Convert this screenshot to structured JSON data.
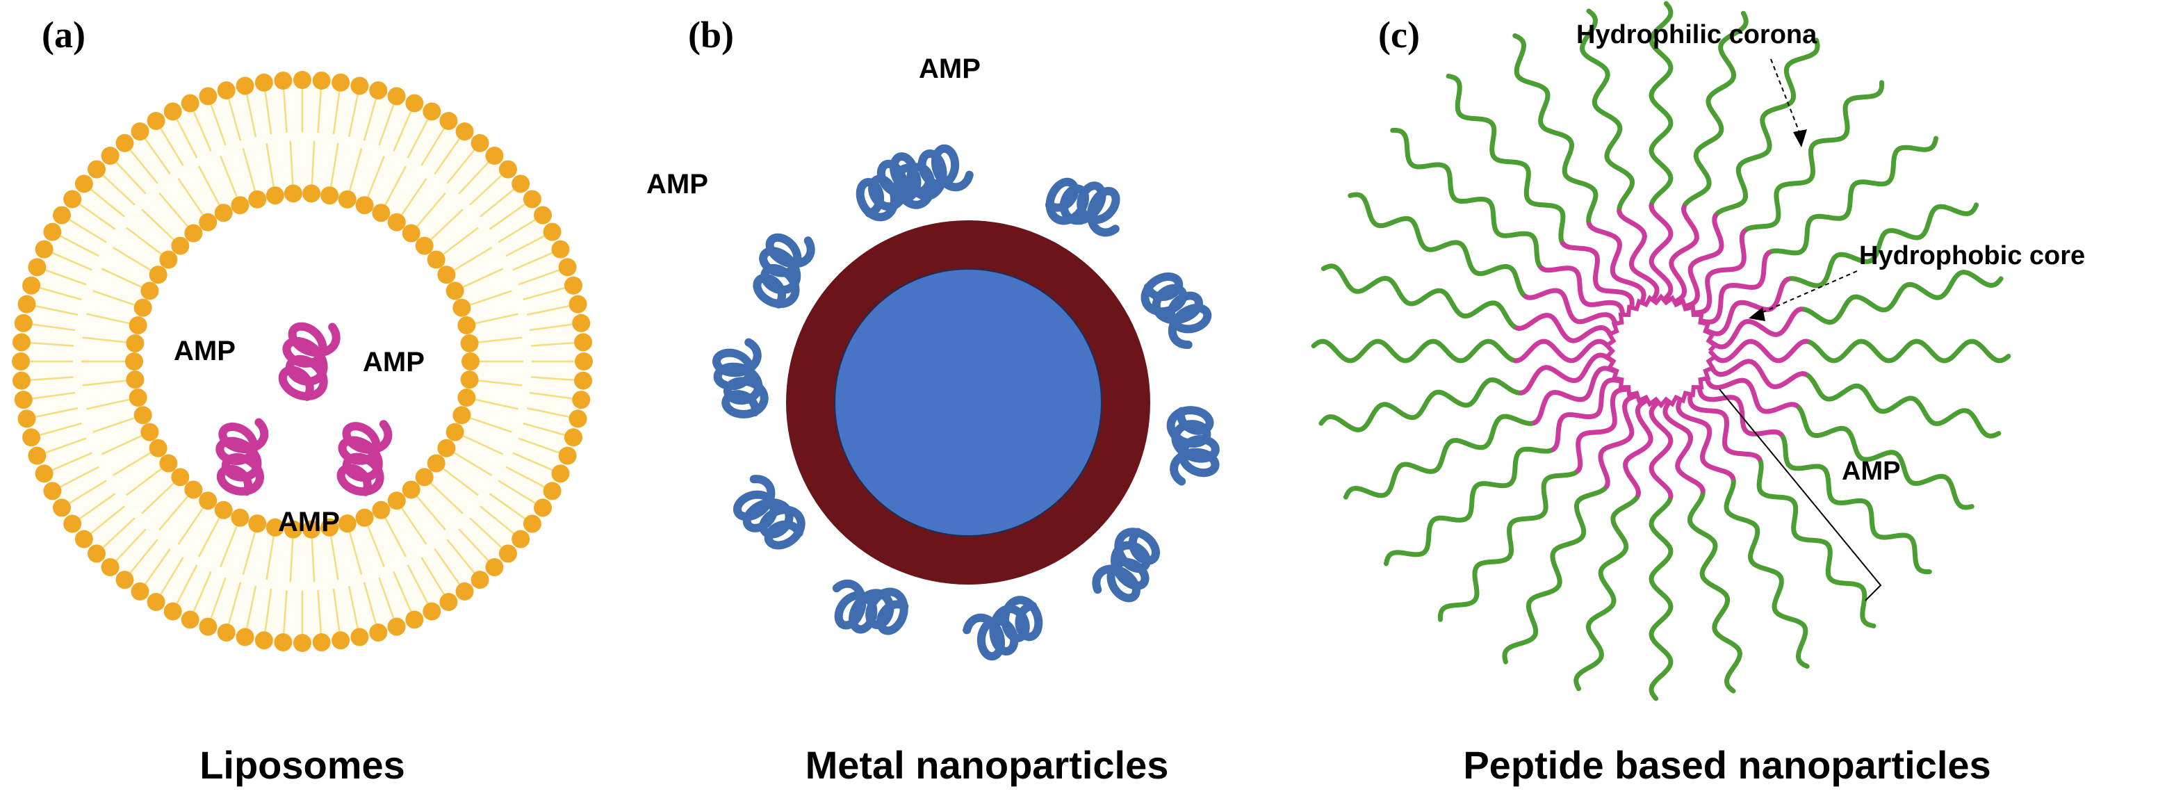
{
  "panels": [
    {
      "letter": "(a)",
      "caption": "Liposomes",
      "amp_labels": [
        "AMP",
        "AMP",
        "AMP"
      ]
    },
    {
      "letter": "(b)",
      "caption": "Metal nanoparticles",
      "amp_labels": [
        "AMP",
        "AMP"
      ]
    },
    {
      "letter": "(c)",
      "caption": "Peptide based nanoparticles",
      "callouts": {
        "corona": "Hydrophilic corona",
        "core": "Hydrophobic core",
        "amp": "AMP"
      }
    }
  ],
  "colors": {
    "lipid_head": "#F0A824",
    "lipid_tail": "#F5DC7E",
    "amp_magenta": "#C8399A",
    "amp_blue": "#3F6DB0",
    "metal_shell": "#6B1419",
    "metal_core": "#4874C6",
    "corona_green": "#4A9E32",
    "core_magenta": "#CC3A9E"
  }
}
